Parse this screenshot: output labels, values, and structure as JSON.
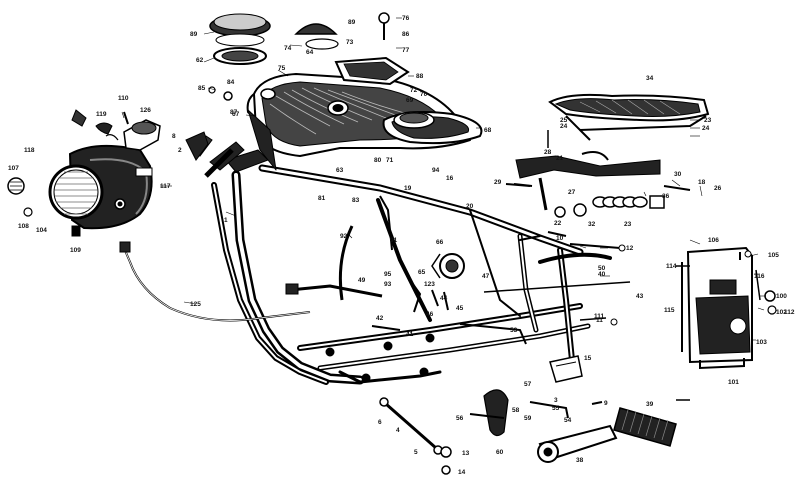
{
  "diagram": {
    "parts": [
      {
        "id": "p1",
        "label": "1"
      },
      {
        "id": "p2",
        "label": "2"
      },
      {
        "id": "p3",
        "label": "3"
      },
      {
        "id": "p4",
        "label": "4"
      },
      {
        "id": "p5",
        "label": "5"
      },
      {
        "id": "p6",
        "label": "6"
      },
      {
        "id": "p8",
        "label": "8"
      },
      {
        "id": "p9",
        "label": "9"
      },
      {
        "id": "p10",
        "label": "10"
      },
      {
        "id": "p11",
        "label": "11"
      },
      {
        "id": "p12",
        "label": "12"
      },
      {
        "id": "p13",
        "label": "13"
      },
      {
        "id": "p14",
        "label": "14"
      },
      {
        "id": "p15",
        "label": "15"
      },
      {
        "id": "p16",
        "label": "16"
      },
      {
        "id": "p18",
        "label": "18"
      },
      {
        "id": "p19",
        "label": "19"
      },
      {
        "id": "p20",
        "label": "20"
      },
      {
        "id": "p21",
        "label": "21"
      },
      {
        "id": "p22",
        "label": "22"
      },
      {
        "id": "p23a",
        "label": "23"
      },
      {
        "id": "p23b",
        "label": "23"
      },
      {
        "id": "p24a",
        "label": "24"
      },
      {
        "id": "p24b",
        "label": "24"
      },
      {
        "id": "p25",
        "label": "25"
      },
      {
        "id": "p26",
        "label": "26"
      },
      {
        "id": "p27",
        "label": "27"
      },
      {
        "id": "p28",
        "label": "28"
      },
      {
        "id": "p29",
        "label": "29"
      },
      {
        "id": "p30",
        "label": "30"
      },
      {
        "id": "p32",
        "label": "32"
      },
      {
        "id": "p34",
        "label": "34"
      },
      {
        "id": "p36",
        "label": "36"
      },
      {
        "id": "p38",
        "label": "38"
      },
      {
        "id": "p39",
        "label": "39"
      },
      {
        "id": "p40",
        "label": "40"
      },
      {
        "id": "p41",
        "label": "41"
      },
      {
        "id": "p42",
        "label": "42"
      },
      {
        "id": "p43",
        "label": "43"
      },
      {
        "id": "p44",
        "label": "44"
      },
      {
        "id": "p45",
        "label": "45"
      },
      {
        "id": "p46",
        "label": "46"
      },
      {
        "id": "p47",
        "label": "47"
      },
      {
        "id": "p49",
        "label": "49"
      },
      {
        "id": "p50",
        "label": "50"
      },
      {
        "id": "p53",
        "label": "53"
      },
      {
        "id": "p54",
        "label": "54"
      },
      {
        "id": "p55",
        "label": "55"
      },
      {
        "id": "p56",
        "label": "56"
      },
      {
        "id": "p57",
        "label": "57"
      },
      {
        "id": "p58",
        "label": "58"
      },
      {
        "id": "p59",
        "label": "59"
      },
      {
        "id": "p60",
        "label": "60"
      },
      {
        "id": "p62",
        "label": "62"
      },
      {
        "id": "p63",
        "label": "63"
      },
      {
        "id": "p64",
        "label": "64"
      },
      {
        "id": "p65",
        "label": "65"
      },
      {
        "id": "p66",
        "label": "66"
      },
      {
        "id": "p67",
        "label": "67"
      },
      {
        "id": "p68",
        "label": "68"
      },
      {
        "id": "p69",
        "label": "69"
      },
      {
        "id": "p70",
        "label": "70"
      },
      {
        "id": "p71",
        "label": "71"
      },
      {
        "id": "p72",
        "label": "72"
      },
      {
        "id": "p73",
        "label": "73"
      },
      {
        "id": "p74",
        "label": "74"
      },
      {
        "id": "p75",
        "label": "75"
      },
      {
        "id": "p76",
        "label": "76"
      },
      {
        "id": "p77",
        "label": "77"
      },
      {
        "id": "p80",
        "label": "80"
      },
      {
        "id": "p81",
        "label": "81"
      },
      {
        "id": "p83",
        "label": "83"
      },
      {
        "id": "p84",
        "label": "84"
      },
      {
        "id": "p85",
        "label": "85"
      },
      {
        "id": "p86",
        "label": "86"
      },
      {
        "id": "p87",
        "label": "87"
      },
      {
        "id": "p88",
        "label": "88"
      },
      {
        "id": "p89a",
        "label": "89"
      },
      {
        "id": "p89b",
        "label": "89"
      },
      {
        "id": "p91",
        "label": "91"
      },
      {
        "id": "p92",
        "label": "92"
      },
      {
        "id": "p93",
        "label": "93"
      },
      {
        "id": "p94",
        "label": "94"
      },
      {
        "id": "p95",
        "label": "95"
      },
      {
        "id": "p100",
        "label": "100"
      },
      {
        "id": "p101",
        "label": "101"
      },
      {
        "id": "p102",
        "label": "102"
      },
      {
        "id": "p103",
        "label": "103"
      },
      {
        "id": "p104",
        "label": "104"
      },
      {
        "id": "p105",
        "label": "105"
      },
      {
        "id": "p106",
        "label": "106"
      },
      {
        "id": "p107",
        "label": "107"
      },
      {
        "id": "p108",
        "label": "108"
      },
      {
        "id": "p109",
        "label": "109"
      },
      {
        "id": "p110",
        "label": "110"
      },
      {
        "id": "p111",
        "label": "111"
      },
      {
        "id": "p112",
        "label": "112"
      },
      {
        "id": "p114",
        "label": "114"
      },
      {
        "id": "p115",
        "label": "115"
      },
      {
        "id": "p116",
        "label": "116"
      },
      {
        "id": "p117",
        "label": "117"
      },
      {
        "id": "p118",
        "label": "118"
      },
      {
        "id": "p119",
        "label": "119"
      },
      {
        "id": "p123",
        "label": "123"
      },
      {
        "id": "p125",
        "label": "125"
      },
      {
        "id": "p126",
        "label": "126"
      }
    ]
  }
}
